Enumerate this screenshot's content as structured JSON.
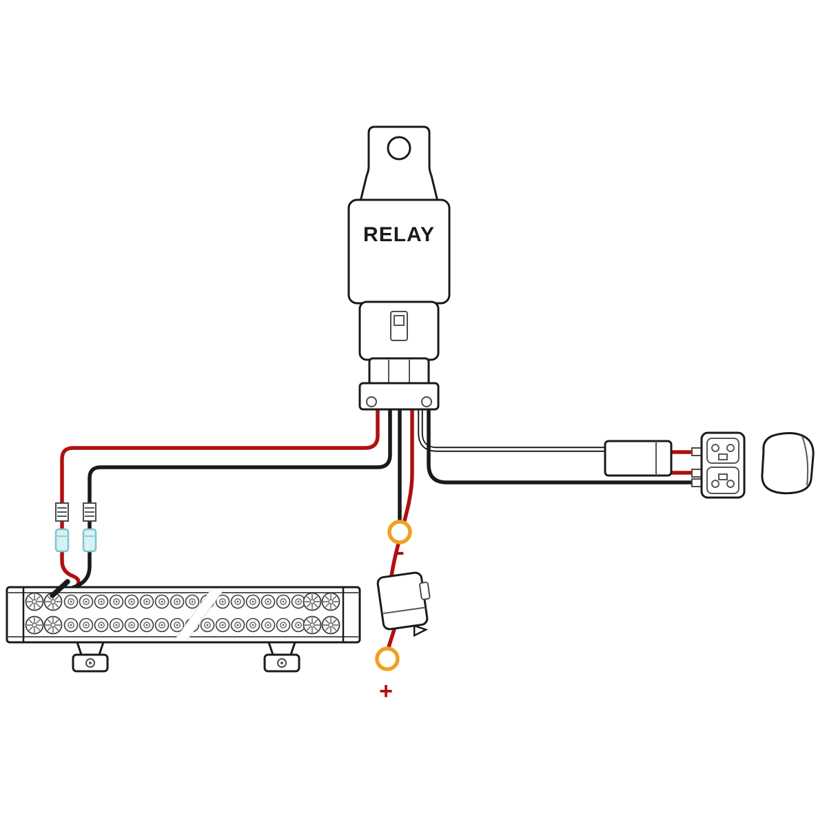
{
  "diagram": {
    "type": "wiring-diagram",
    "labels": {
      "relay": "RELAY",
      "negative_terminal": "-",
      "positive_terminal": "+"
    },
    "colors": {
      "wire_red": "#b01010",
      "wire_black": "#1a1a1a",
      "wire_white": "#ffffff",
      "outline": "#1a1a1a",
      "ring_terminal_orange": "#f0a020",
      "connector_cyan": "#d6f2f4"
    },
    "components": [
      "relay",
      "relay-mounting-tab",
      "relay-socket-connector",
      "led-light-bar",
      "light-bar-mounting-brackets",
      "quick-disconnect-terminals",
      "inline-fuse-holder",
      "ring-terminal-negative",
      "ring-terminal-positive",
      "wire-connector-block",
      "rocker-switch",
      "rocker-switch-cap"
    ]
  }
}
